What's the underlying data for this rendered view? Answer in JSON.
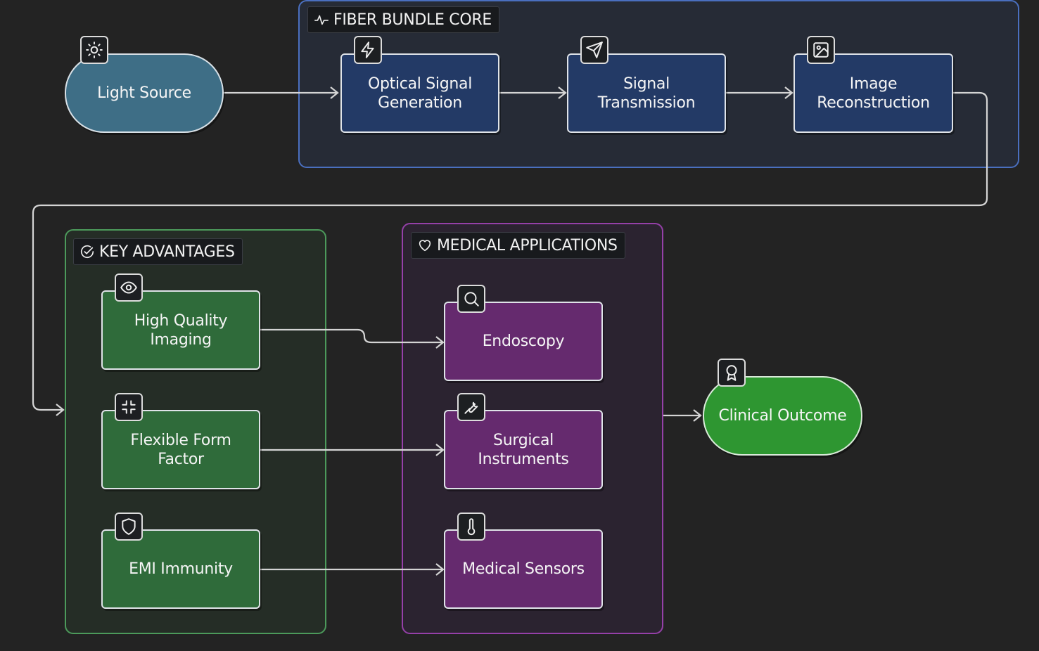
{
  "groups": {
    "fiber": "FIBER BUNDLE CORE",
    "advantages": "KEY ADVANTAGES",
    "medical": "MEDICAL APPLICATIONS"
  },
  "nodes": {
    "light_source": "Light Source",
    "optical_signal": "Optical Signal Generation",
    "signal_transmission": "Signal Transmission",
    "image_reconstruction": "Image Reconstruction",
    "high_quality": "High Quality Imaging",
    "flexible": "Flexible Form Factor",
    "emi": "EMI Immunity",
    "endoscopy": "Endoscopy",
    "surgical": "Surgical Instruments",
    "sensors": "Medical Sensors",
    "clinical": "Clinical Outcome"
  },
  "icons": {
    "light_source": "sun-icon",
    "optical_signal": "lightning-icon",
    "signal_transmission": "send-icon",
    "image_reconstruction": "image-icon",
    "high_quality": "eye-icon",
    "flexible": "shrink-icon",
    "emi": "shield-icon",
    "endoscopy": "search-icon",
    "surgical": "wrench-icon",
    "sensors": "thermometer-icon",
    "clinical": "award-icon",
    "fiber_group": "activity-icon",
    "advantages_group": "check-circle-icon",
    "medical_group": "heart-icon"
  },
  "colors": {
    "background": "#232323",
    "fiber_border": "#4a6fbf",
    "advantages_border": "#4c9a5b",
    "medical_border": "#9540a8",
    "blue_node": "#233a66",
    "green_node": "#2f6b3a",
    "purple_node": "#652a6e",
    "light_source": "#3e6e86",
    "clinical": "#2e9631"
  }
}
